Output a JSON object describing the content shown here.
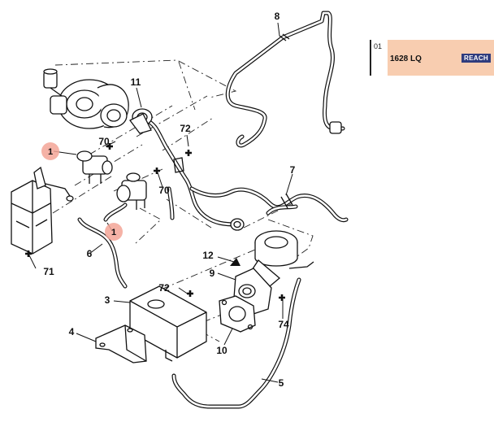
{
  "reference": {
    "index": "01",
    "code": "1628 LQ",
    "badge": "REACH",
    "panel_color": "#f8cdb0",
    "badge_color": "#2f3c7e"
  },
  "highlight_color": "#f3a596",
  "callouts": {
    "c1a": "1",
    "c1b": "1",
    "c3": "3",
    "c4": "4",
    "c5": "5",
    "c6": "6",
    "c7": "7",
    "c8": "8",
    "c9": "9",
    "c10": "10",
    "c11": "11",
    "c12": "12",
    "c70a": "70",
    "c70b": "70",
    "c71": "71",
    "c72a": "72",
    "c72b": "72",
    "c74": "74"
  },
  "icons": {
    "not_supplied_marker": "cross-icon",
    "direction_marker": "triangle-icon"
  }
}
